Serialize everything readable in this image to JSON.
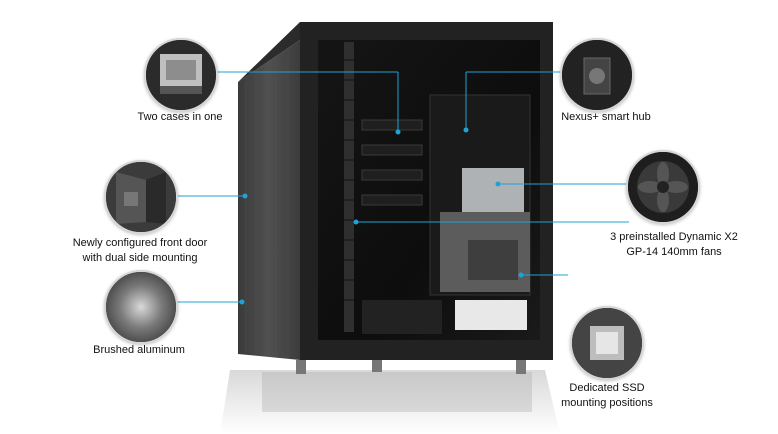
{
  "accent_color": "#1fa3d6",
  "features": [
    {
      "id": "two-cases",
      "label": "Two cases in one",
      "icon": "case-interior-thumbnail"
    },
    {
      "id": "front-door",
      "label": "Newly configured front door\nwith dual side mounting",
      "icon": "front-door-thumbnail"
    },
    {
      "id": "brushed-aluminum",
      "label": "Brushed aluminum",
      "icon": "brushed-metal-thumbnail"
    },
    {
      "id": "nexus-hub",
      "label": "Nexus+ smart hub",
      "icon": "fan-hub-thumbnail"
    },
    {
      "id": "fans",
      "label": "3 preinstalled Dynamic X2\nGP-14 140mm fans",
      "icon": "fan-thumbnail"
    },
    {
      "id": "ssd",
      "label": "Dedicated SSD\nmounting positions",
      "icon": "ssd-bracket-thumbnail"
    }
  ]
}
